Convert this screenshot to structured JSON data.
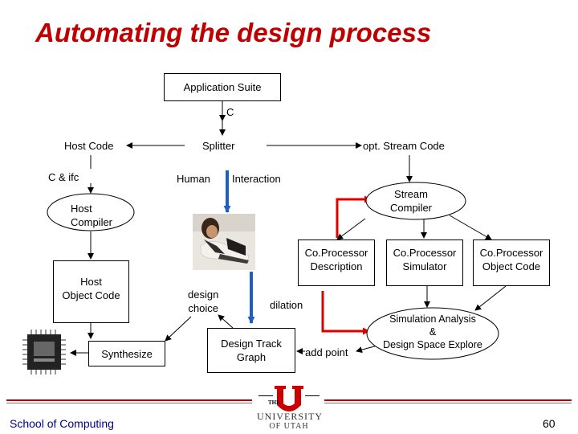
{
  "title": "Automating the design process",
  "nodes": {
    "app_suite": "Application Suite",
    "c_label": "C",
    "host_code": "Host Code",
    "splitter": "Splitter",
    "opt_stream_code": "opt. Stream Code",
    "c_ifc": "C & ifc",
    "human": "Human",
    "interaction": "Interaction",
    "host_compiler_1": "Host",
    "host_compiler_2": "Compiler",
    "stream_compiler_1": "Stream",
    "stream_compiler_2": "Compiler",
    "coproc_desc_1": "Co.Processor",
    "coproc_desc_2": "Description",
    "coproc_sim_1": "Co.Processor",
    "coproc_sim_2": "Simulator",
    "coproc_obj_1": "Co.Processor",
    "coproc_obj_2": "Object Code",
    "host_obj_1": "Host",
    "host_obj_2": "Object Code",
    "design_choice_1": "design",
    "design_choice_2": "choice",
    "dilation": "dilation",
    "synthesize": "Synthesize",
    "design_track_1": "Design Track",
    "design_track_2": "Graph",
    "add_point": "add point",
    "sim_analysis_1": "Simulation Analysis",
    "sim_analysis_2": "&",
    "sim_analysis_3": "Design Space Explore"
  },
  "logo": {
    "line1": "THE",
    "line2": "UNIVERSITY",
    "line3": "OF UTAH"
  },
  "footer": {
    "school": "School of Computing",
    "page": "60"
  },
  "colors": {
    "title": "#c00000",
    "red_arrow": "#e00000",
    "blue_arrow": "#1f5fbf",
    "logo_red": "#cc0000"
  }
}
